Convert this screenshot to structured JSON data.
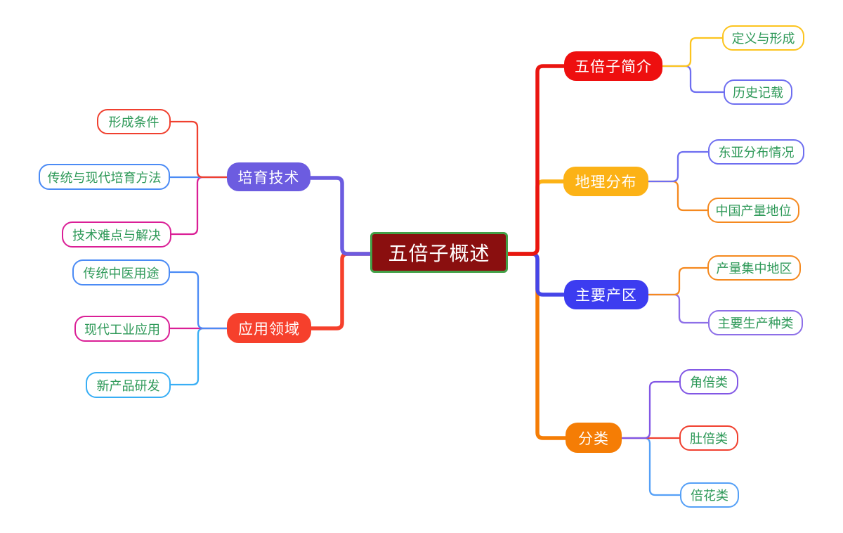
{
  "app": {
    "type": "mindmap",
    "background": "#ffffff"
  },
  "root": {
    "label": "五倍子概述"
  },
  "right_branches": [
    {
      "label": "五倍子简介",
      "children": [
        "定义与形成",
        "历史记载"
      ]
    },
    {
      "label": "地理分布",
      "children": [
        "东亚分布情况",
        "中国产量地位"
      ]
    },
    {
      "label": "主要产区",
      "children": [
        "产量集中地区",
        "主要生产种类"
      ]
    },
    {
      "label": "分类",
      "children": [
        "角倍类",
        "肚倍类",
        "倍花类"
      ]
    }
  ],
  "left_branches": [
    {
      "label": "培育技术",
      "children": [
        "形成条件",
        "传统与现代培育方法",
        "技术难点与解决"
      ]
    },
    {
      "label": "应用领域",
      "children": [
        "传统中医用途",
        "现代工业应用",
        "新产品研发"
      ]
    }
  ],
  "colors": {
    "root_fill": "#8a0f0f",
    "root_border": "#43a047",
    "topic_intro": "#ee0f0f",
    "topic_geography": "#fcb216",
    "topic_regions": "#3c3cf0",
    "topic_classification": "#f57d05",
    "topic_cultivation": "#6c5ce0",
    "topic_application": "#f6402c",
    "child_text": "#2e9958",
    "edge_red": "#ea1510",
    "edge_app_red": "#f6402c",
    "edge_purple": "#6c5ce0",
    "edge_blue": "#4545e8",
    "edge_amber": "#fcb216",
    "edge_orange": "#f57d05",
    "sub_yellow": "#fcc41e",
    "sub_indigo": "#6e6ef0",
    "sub_orange": "#f5891f",
    "sub_lpurple": "#8d6fe8",
    "sub_purple": "#8257e5",
    "sub_red": "#f0402f",
    "sub_blue": "#4b8bf5",
    "sub_ltblue": "#55a0f7",
    "sub_magenta": "#da1f96",
    "sub_cyan": "#38aef5"
  }
}
